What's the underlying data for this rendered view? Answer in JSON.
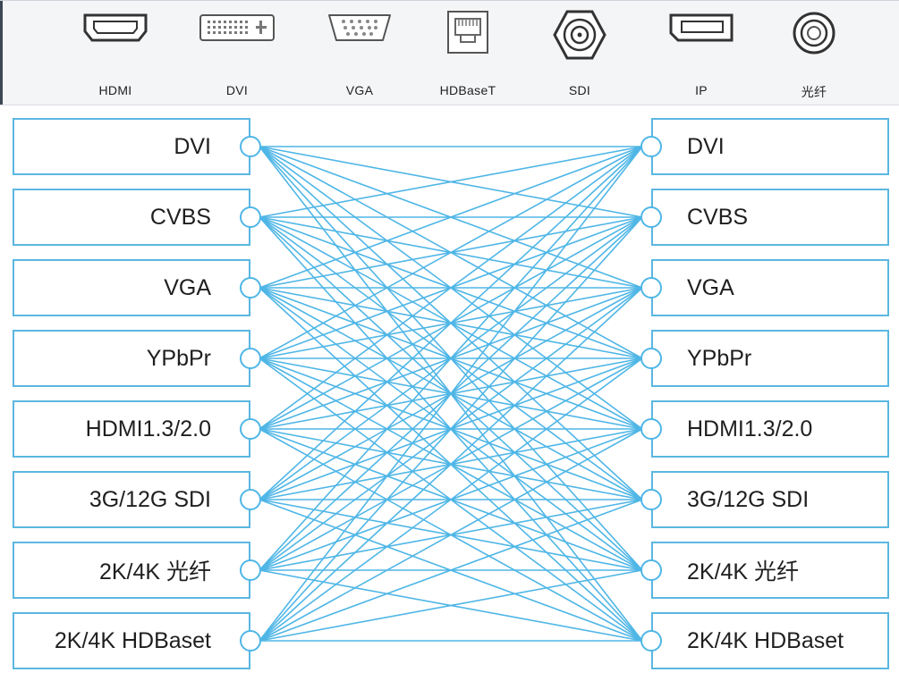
{
  "connectors": [
    {
      "label": "HDMI",
      "icon": "hdmi-port-icon"
    },
    {
      "label": "DVI",
      "icon": "dvi-port-icon"
    },
    {
      "label": "VGA",
      "icon": "vga-port-icon"
    },
    {
      "label": "HDBaseT",
      "icon": "rj45-port-icon"
    },
    {
      "label": "SDI",
      "icon": "bnc-port-icon"
    },
    {
      "label": "IP",
      "icon": "ip-port-icon"
    },
    {
      "label": "光纤",
      "icon": "fiber-port-icon"
    }
  ],
  "inputs": [
    "DVI",
    "CVBS",
    "VGA",
    "YPbPr",
    "HDMI1.3/2.0",
    "3G/12G SDI",
    "2K/4K 光纤",
    "2K/4K HDBaset"
  ],
  "outputs": [
    "DVI",
    "CVBS",
    "VGA",
    "YPbPr",
    "HDMI1.3/2.0",
    "3G/12G SDI",
    "2K/4K 光纤",
    "2K/4K HDBaset"
  ],
  "colors": {
    "line": "#4fb6e6",
    "border": "#5bb7e0",
    "topbar": "#f4f5f7"
  }
}
